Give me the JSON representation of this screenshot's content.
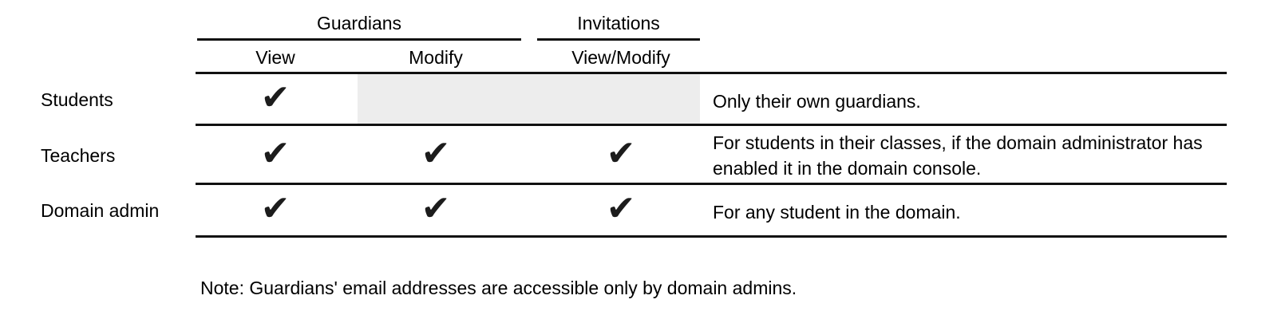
{
  "table": {
    "groups": [
      {
        "label": "Guardians"
      },
      {
        "label": "Invitations"
      }
    ],
    "columns": [
      "View",
      "Modify",
      "View/Modify"
    ],
    "rows": [
      {
        "label": "Students",
        "checks": {
          "view": true,
          "modify": false,
          "view_modify": false
        },
        "note": "Only their own guardians."
      },
      {
        "label": "Teachers",
        "checks": {
          "view": true,
          "modify": true,
          "view_modify": true
        },
        "note": "For students in their classes, if the domain administrator has enabled it in the domain console."
      },
      {
        "label": "Domain admin",
        "checks": {
          "view": true,
          "modify": true,
          "view_modify": true
        },
        "note": "For any student in the domain."
      }
    ]
  },
  "glyphs": {
    "check": "✔"
  },
  "footnote": "Note: Guardians' email addresses are accessible only by domain admins.",
  "colors": {
    "text": "#000000",
    "rule": "#111111",
    "disabled_cell_background": "#ededed",
    "page_background": "#ffffff"
  }
}
